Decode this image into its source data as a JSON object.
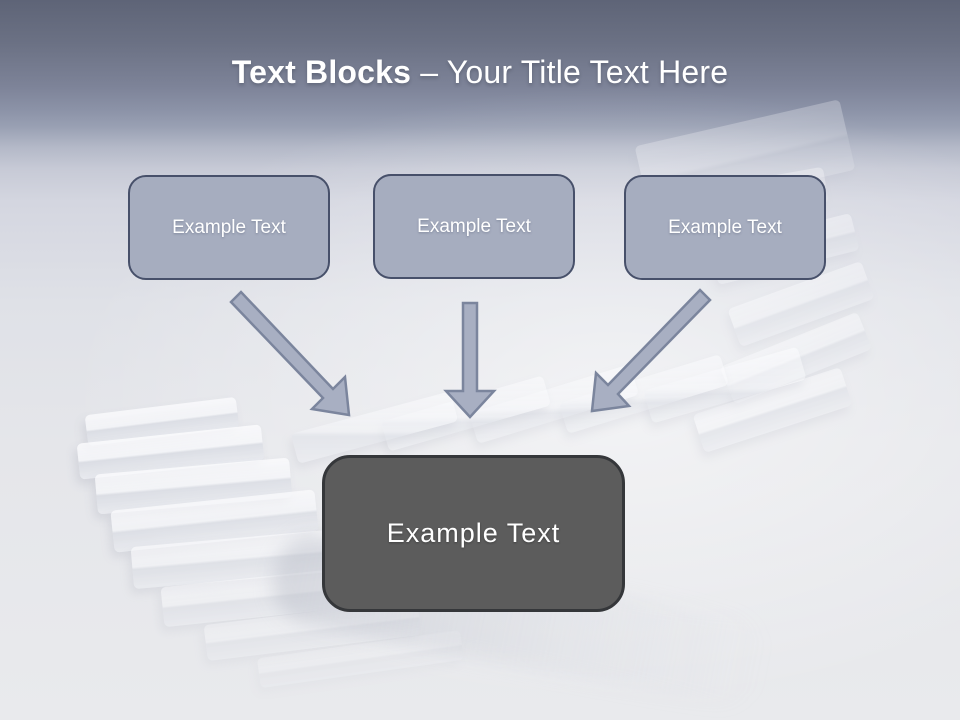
{
  "title": {
    "bold": "Text Blocks",
    "rest": " – Your Title Text Here"
  },
  "boxes": [
    {
      "label": "Example Text"
    },
    {
      "label": "Example Text"
    },
    {
      "label": "Example Text"
    }
  ],
  "center_box": {
    "label": "Example Text"
  },
  "colors": {
    "header_gradient_top": "#5e6477",
    "header_gradient_bottom": "#99a0b3",
    "body_background": "#e9eaed",
    "box_fill": "#a6adbf",
    "box_border": "#47506a",
    "box_text": "#ffffff",
    "center_box_fill": "#5c5c5c",
    "center_box_border": "#35373a",
    "center_box_text": "#ffffff",
    "arrow_fill": "#a8afc2",
    "arrow_border": "#7b859d",
    "title_text": "#ffffff"
  }
}
